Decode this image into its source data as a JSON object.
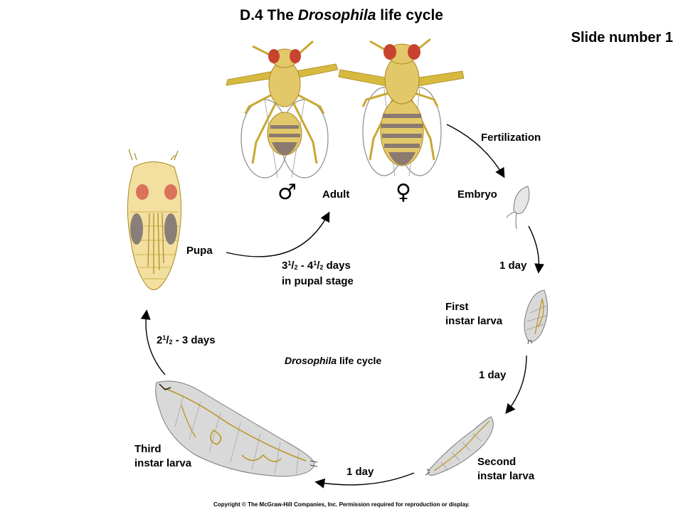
{
  "title": {
    "prefix": "D.4  The ",
    "italic": "Drosophila",
    "suffix": " life cycle"
  },
  "slide_number": "Slide number 1",
  "labels": {
    "fertilization": "Fertilization",
    "adult": "Adult",
    "male_symbol": "♂",
    "female_symbol": "♀",
    "embryo": "Embryo",
    "pupa": "Pupa",
    "first_instar": [
      "First",
      "instar larva"
    ],
    "second_instar": [
      "Second",
      "instar larva"
    ],
    "third_instar": [
      "Third",
      "instar larva"
    ]
  },
  "durations": {
    "embryo_to_first": "1 day",
    "first_to_second": "1 day",
    "second_to_third": "1 day",
    "third_to_pupa": {
      "a": "2",
      "frac_num": "1",
      "frac_den": "2",
      "b": " - 3 days"
    },
    "pupa_to_adult": {
      "a": "3",
      "n1": "1",
      "d1": "2",
      "mid": " - 4",
      "n2": "1",
      "d2": "2",
      "b": " days",
      "line2": "in pupal stage"
    }
  },
  "caption": {
    "italic": "Drosophila",
    "rest": " life cycle"
  },
  "copyright": "Copyright © The McGraw-Hill Companies, Inc. Permission required for reproduction or display.",
  "colors": {
    "body": "#e3c86a",
    "body_dark": "#a88a1f",
    "eye": "#c8432f",
    "wing": "#7f7f7f",
    "abdomen_band": "#8a7a70",
    "pupa": "#f3dfa0",
    "larva": "#d9d9d9",
    "gut": "#b89518"
  }
}
